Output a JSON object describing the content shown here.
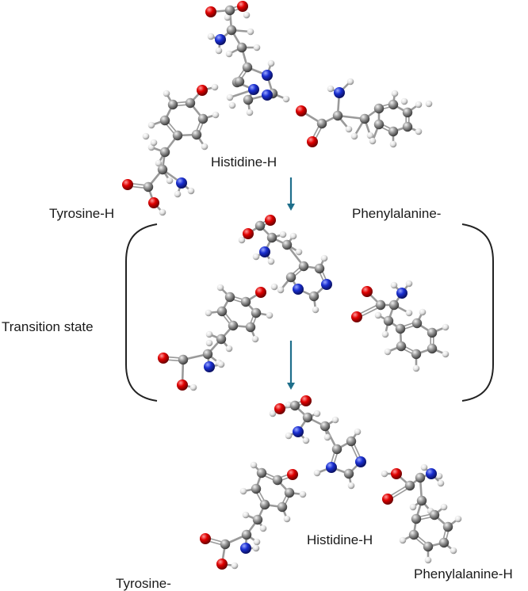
{
  "labels": {
    "histidine_h_top": "Histidine-H",
    "tyrosine_h_top": "Tyrosine-H",
    "phenylalanine_top": "Phenylalanine-",
    "transition_state": "Transition state",
    "histidine_h_bottom": "Histidine-H",
    "phenylalanine_h_bottom": "Phenylalanine-H",
    "tyrosine_bottom": "Tyrosine-"
  },
  "colors": {
    "carbon": "#8c8c8c",
    "hydrogen": "#e6e6e6",
    "oxygen": "#d40000",
    "nitrogen": "#1a2fd1",
    "bond": "#9a9a9a",
    "arrow": "#1f6f8b",
    "bracket": "#222222",
    "text": "#1a1a1a"
  }
}
